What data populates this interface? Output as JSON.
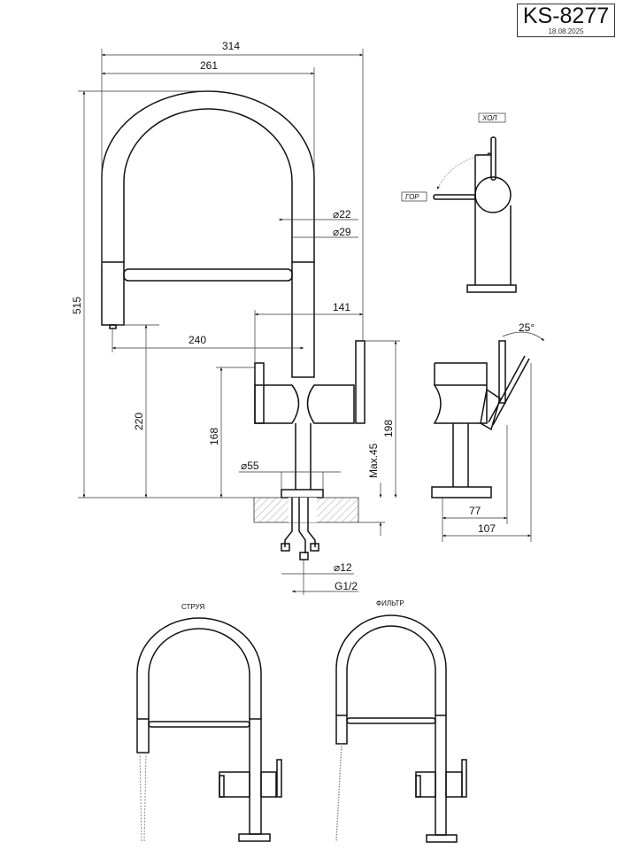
{
  "title_block": {
    "code": "KS-8277",
    "date": "18.08.2025"
  },
  "dimensions": {
    "width_total": "314",
    "width_spout": "261",
    "height_total": "515",
    "spout_height": "220",
    "spout_reach": "240",
    "handle_height": "168",
    "handle_span": "141",
    "body_height": "198",
    "max_countertop": "Max.45",
    "hose_diameter": "22",
    "body_diameter_top": "29",
    "base_diameter": "55",
    "inlet_diameter": "12",
    "thread": "G1/2",
    "side_depth_1": "77",
    "side_depth_2": "107",
    "lever_angle": "25°"
  },
  "side_view": {
    "cold_label": "ХОЛ",
    "hot_label": "ГОР"
  },
  "modes": [
    {
      "label": "СТРУЯ"
    },
    {
      "label": "ФИЛЬТР"
    }
  ]
}
